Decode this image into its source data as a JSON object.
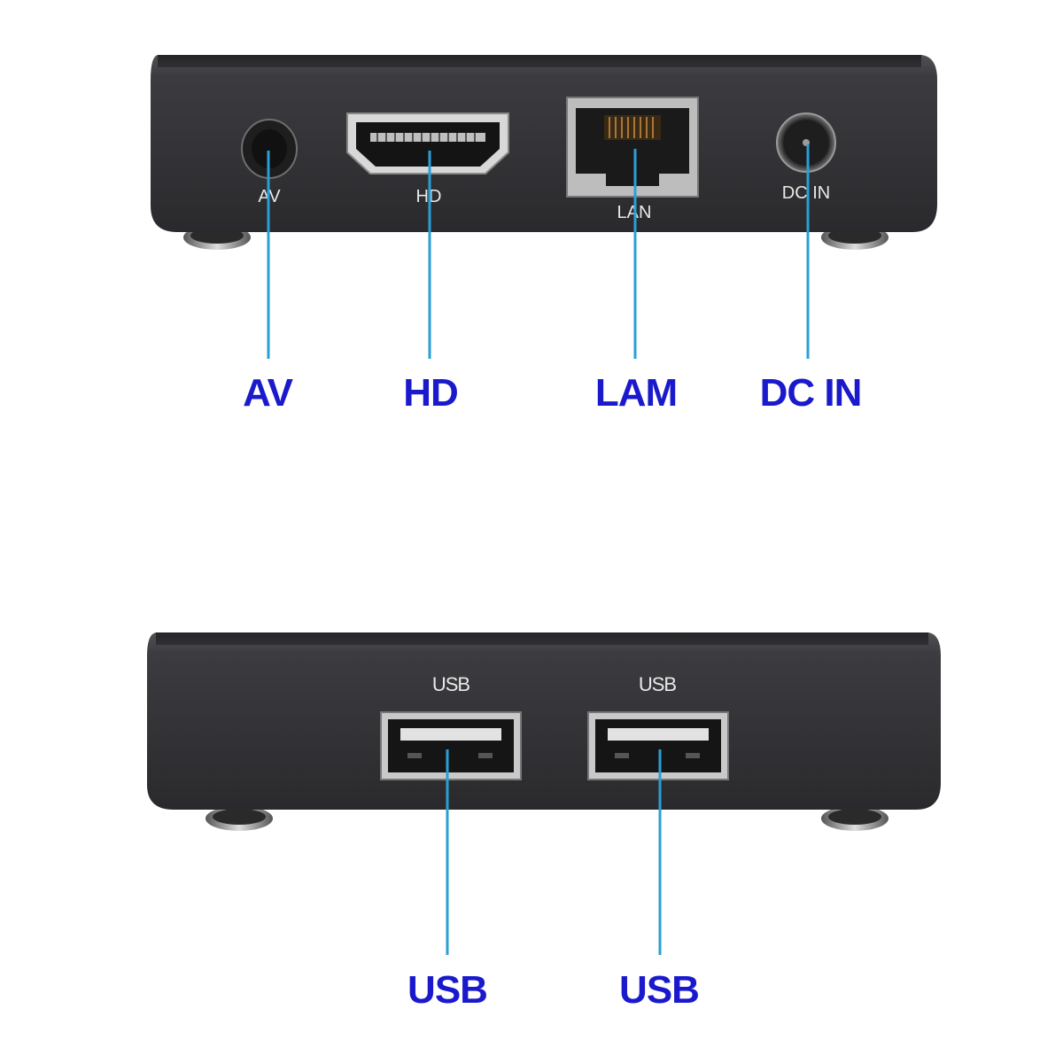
{
  "diagram": {
    "top_panel": {
      "port_labels": {
        "av": "AV",
        "hd": "HD",
        "lan": "LAN",
        "dc_in": "DC IN"
      },
      "callouts": {
        "av": "AV",
        "hd": "HD",
        "lan": "LAM",
        "dc_in": "DC IN"
      }
    },
    "bottom_panel": {
      "port_labels": {
        "usb_left": "USB",
        "usb_right": "USB"
      },
      "callouts": {
        "usb_left": "USB",
        "usb_right": "USB"
      }
    },
    "colors": {
      "case": "#3a3a3d",
      "leader_line": "#2a9fd6",
      "callout_text": "#1a1acc"
    }
  }
}
